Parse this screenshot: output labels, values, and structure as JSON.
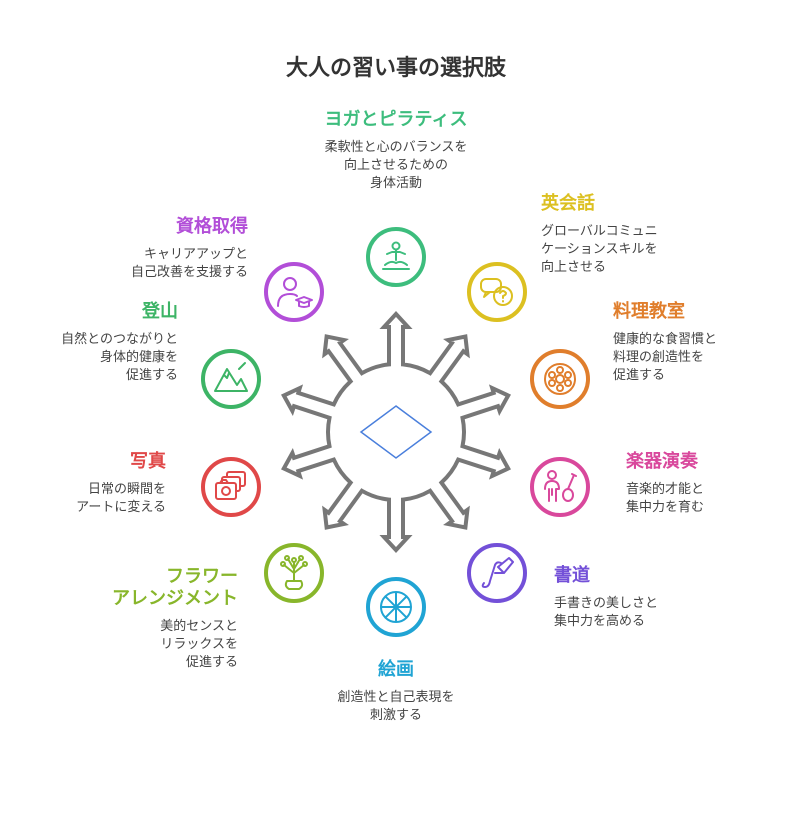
{
  "title": "大人の習い事の選択肢",
  "colors": {
    "hub": "#777777",
    "center_diamond": "#4a7fdc",
    "text": "#444444",
    "title": "#333333"
  },
  "items": [
    {
      "id": "yoga",
      "title": "ヨガとピラティス",
      "desc": "柔軟性と心のバランスを\n向上させるための\n身体活動",
      "color": "#3dbd7d",
      "icon": "meditation-person-icon"
    },
    {
      "id": "english",
      "title": "英会話",
      "desc": "グローバルコミュニ\nケーションスキルを\n向上させる",
      "color": "#dcc021",
      "icon": "speech-bubbles-icon"
    },
    {
      "id": "cooking",
      "title": "料理教室",
      "desc": "健康的な食習慣と\n料理の創造性を\n促進する",
      "color": "#e07e2c",
      "icon": "plate-food-icon"
    },
    {
      "id": "music",
      "title": "楽器演奏",
      "desc": "音楽的才能と\n集中力を育む",
      "color": "#d9489c",
      "icon": "person-guitar-icon"
    },
    {
      "id": "calligraphy",
      "title": "書道",
      "desc": "手書きの美しさと\n集中力を高める",
      "color": "#7350d8",
      "icon": "brush-stroke-icon"
    },
    {
      "id": "painting",
      "title": "絵画",
      "desc": "創造性と自己表現を\n刺激する",
      "color": "#20a4d4",
      "icon": "color-wheel-icon"
    },
    {
      "id": "flower",
      "title": "フラワー\nアレンジメント",
      "desc": "美的センスと\nリラックスを\n促進する",
      "color": "#88b62b",
      "icon": "flower-vase-icon"
    },
    {
      "id": "photo",
      "title": "写真",
      "desc": "日常の瞬間を\nアートに変える",
      "color": "#e04848",
      "icon": "photo-stack-icon"
    },
    {
      "id": "mountain",
      "title": "登山",
      "desc": "自然とのつながりと\n身体的健康を\n促進する",
      "color": "#3db466",
      "icon": "mountain-icon"
    },
    {
      "id": "certification",
      "title": "資格取得",
      "desc": "キャリアアップと\n自己改善を支援する",
      "color": "#b24ed8",
      "icon": "graduate-person-icon"
    }
  ]
}
